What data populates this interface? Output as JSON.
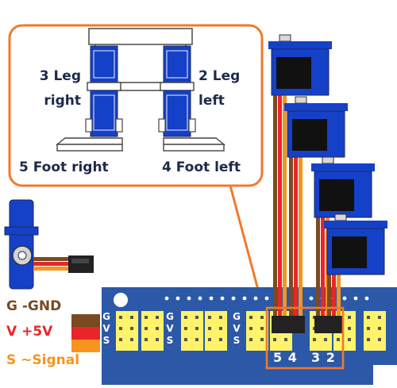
{
  "legs": {
    "leg3": [
      "3 Leg",
      "right"
    ],
    "leg2": [
      "2 Leg",
      "left"
    ],
    "foot5": "5 Foot right",
    "foot4": "4 Foot left"
  },
  "pin_legend": {
    "gnd": "G -GND",
    "vcc": "V +5V",
    "signal": "S ~Signal"
  },
  "header_pins": {
    "letters": [
      "G",
      "V",
      "S"
    ]
  },
  "channels": {
    "left_pair": "5 4",
    "right_pair": "3 2"
  },
  "colors": {
    "callout": "#f07a2a",
    "board": "#2c58a8",
    "servo": "#1540c8",
    "wire_brown": "#7a4a22",
    "wire_red": "#e8262a",
    "wire_orange": "#f7941d",
    "pin_yellow": "#fff36b"
  }
}
